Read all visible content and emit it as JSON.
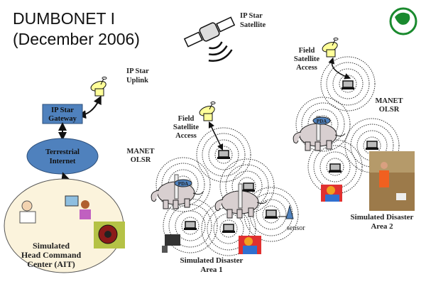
{
  "title": {
    "line1": "DUMBONET I",
    "line2": "(December 2006)"
  },
  "labels": {
    "satellite": [
      "IP Star",
      "Satellite"
    ],
    "uplink": [
      "IP Star",
      "Uplink"
    ],
    "gateway": [
      "IP Star",
      "Gateway"
    ],
    "internet": [
      "Terrestrial",
      "Internet"
    ],
    "hq": [
      "Simulated",
      "Head Command",
      "Center (AIT)"
    ],
    "field_access_1": [
      "Field",
      "Satellite",
      "Access"
    ],
    "field_access_2": [
      "Field",
      "Satellite",
      "Access"
    ],
    "manet_1": [
      "MANET",
      "OLSR"
    ],
    "manet_2": [
      "MANET",
      "OLSR"
    ],
    "area_1": [
      "Simulated Disaster",
      "Area 1"
    ],
    "area_2": [
      "Simulated Disaster",
      "Area 2"
    ],
    "sensor": "sensor",
    "pda": "PDA"
  },
  "colors": {
    "gateway": "#4f81bd",
    "internet": "#4f81bd",
    "hq_fill": "#fbf3dc",
    "dish": "#ffff99",
    "logo": "#1a8a2e"
  }
}
